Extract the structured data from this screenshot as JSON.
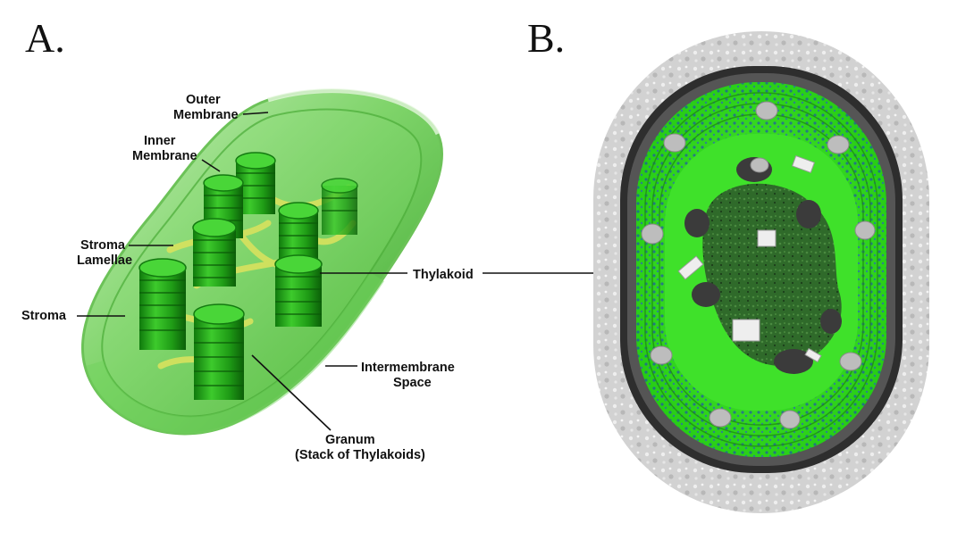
{
  "panels": {
    "a": {
      "letter": "A."
    },
    "b": {
      "letter": "B."
    }
  },
  "labels": {
    "outer_membrane": [
      "Outer",
      "Membrane"
    ],
    "inner_membrane": [
      "Inner",
      "Membrane"
    ],
    "stroma_lamellae": [
      "Stroma",
      "Lamellae"
    ],
    "stroma": "Stroma",
    "thylakoid": "Thylakoid",
    "intermembrane_space": [
      "Intermembrane",
      "Space"
    ],
    "granum": [
      "Granum",
      "(Stack of Thylakoids)"
    ]
  },
  "colors": {
    "chloroplast_light": "#8fdc7a",
    "chloroplast_mid": "#3fbf2a",
    "chloroplast_dark": "#137a10",
    "granum": "#22a21a",
    "lamellae": "#d6e05a",
    "cell_wall": "#cfcfcf",
    "membrane_dark": "#333333",
    "cytoplasm": "#33dd1a",
    "thylakoid_dots": "#1a2fd6"
  }
}
